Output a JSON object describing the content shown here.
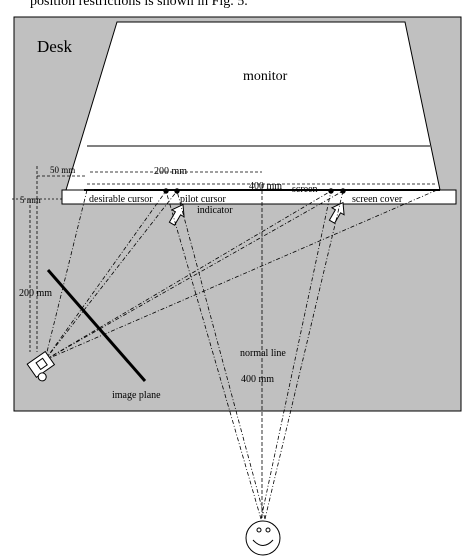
{
  "caption_top": "position restrictions is shown in Fig. 5.",
  "desk_label": "Desk",
  "monitor_label": "monitor",
  "labels": {
    "dim_50": "50 mm",
    "dim_200_top": "200 mm",
    "dim_400_top": "400 mm",
    "screen": "screen",
    "dim_5": "5 mm",
    "desirable_cursor": "desirable cursor",
    "pilot_cursor": "pilot cursor",
    "indicator": "indicator",
    "screen_cover": "screen cover",
    "dim_200_left": "200 mm",
    "normal_line": "normal line",
    "dim_400_vertical": "400 mm",
    "image_plane": "image plane"
  },
  "colors": {
    "desk_fill": "#c0c0c0",
    "monitor_fill": "#ffffff",
    "stroke": "#000000"
  },
  "icons": {
    "camera": "camera-icon",
    "face": "face-icon",
    "arrow": "up-arrow-icon"
  }
}
